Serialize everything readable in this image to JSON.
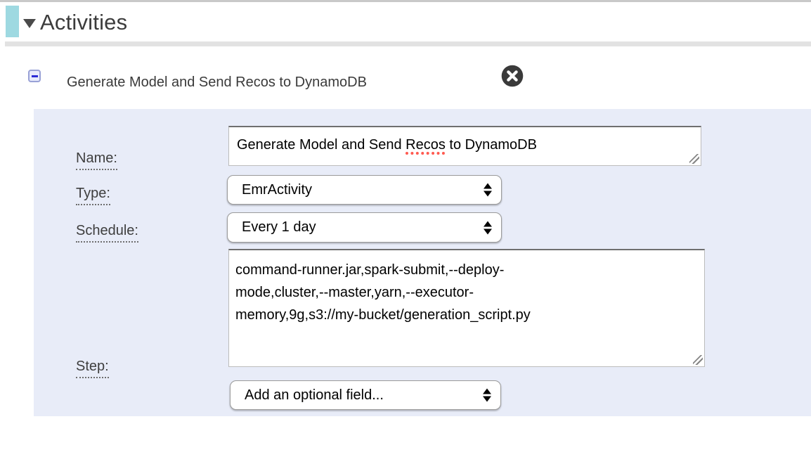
{
  "colors": {
    "panel-bg": "#e8ecf8",
    "section-marker": "#9ed9e1",
    "rule": "#e2e2e2",
    "top-border": "#c9c9c9",
    "heading": "#3c3c3c",
    "label": "#3e3e3e",
    "select-border": "#9b9b9b",
    "collapse-border": "#99a1d6",
    "collapse-fill": "#e7eafb",
    "collapse-glyph": "#2b2bd5",
    "close-bg": "#3a3a3a",
    "spell": "#ff5a50"
  },
  "section": {
    "title": "Activities",
    "disclosure_icon": "triangle-down"
  },
  "activity": {
    "title": "Generate Model and Send Recos to DynamoDB",
    "collapse_icon": "minus-box",
    "close_icon": "x-circle"
  },
  "form": {
    "name": {
      "label": "Name:",
      "value": "Generate Model and Send Recos to DynamoDB",
      "value_prefix": "Generate Model and Send ",
      "misspelled_word": "Recos",
      "value_suffix": " to DynamoDB"
    },
    "type": {
      "label": "Type:",
      "value": "EmrActivity",
      "control": "select"
    },
    "schedule": {
      "label": "Schedule:",
      "value": "Every 1 day",
      "control": "select"
    },
    "step": {
      "label": "Step:",
      "value": "command-runner.jar,spark-submit,--deploy-mode,cluster,--master,yarn,--executor-memory,9g,s3://my-bucket/generation_script.py",
      "display_lines": [
        "command-runner.jar,spark-submit,--deploy-",
        "mode,cluster,--master,yarn,--executor-",
        "memory,9g,s3://my-bucket/generation_script.py"
      ]
    },
    "optional_field": {
      "value": "Add an optional field...",
      "control": "select"
    }
  }
}
